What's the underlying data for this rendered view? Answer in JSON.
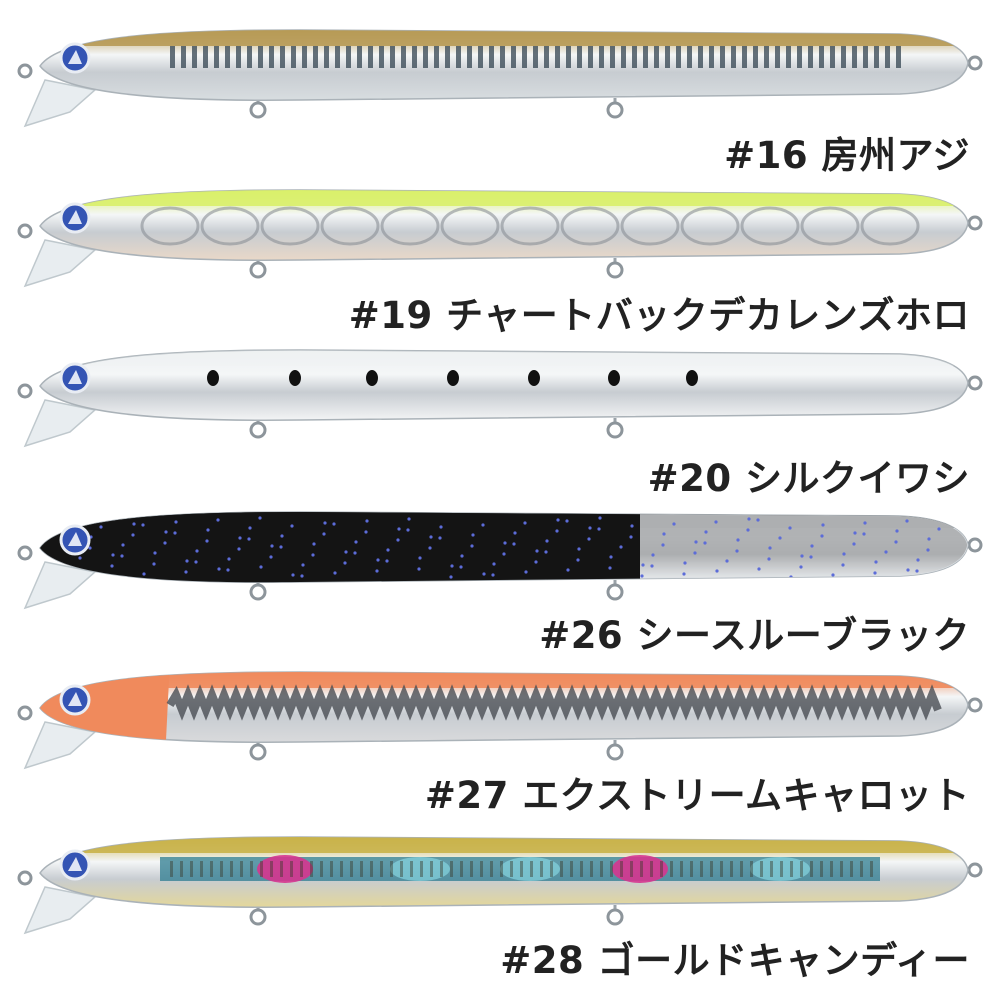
{
  "lures": [
    {
      "label": "#16 房州アジ",
      "back": "#b79a55",
      "belly": "#d8dde0",
      "stripe": "#3d4d5a",
      "pattern": "bars"
    },
    {
      "label": "#19 チャートバックデカレンズホロ",
      "back": "#d9f06a",
      "belly": "#e9d8c8",
      "stripe": "#8a8f96",
      "pattern": "scales"
    },
    {
      "label": "#20 シルクイワシ",
      "back": "#eef1f3",
      "belly": "#f3f4f5",
      "stripe": "#111111",
      "pattern": "dots"
    },
    {
      "label": "#26 シースルーブラック",
      "back": "#141414",
      "belly": "#e9ecee",
      "stripe": "#5c6cd8",
      "pattern": "black"
    },
    {
      "label": "#27 エクストリームキャロット",
      "back": "#f08a5c",
      "belly": "#d9dadc",
      "stripe": "#4a4e54",
      "pattern": "zigzag"
    },
    {
      "label": "#28 ゴールドキャンディー",
      "back": "#c9b24a",
      "belly": "#e4d79a",
      "stripe": "#2d7c90",
      "pattern": "candy"
    }
  ],
  "eye_color": "#3454b4"
}
